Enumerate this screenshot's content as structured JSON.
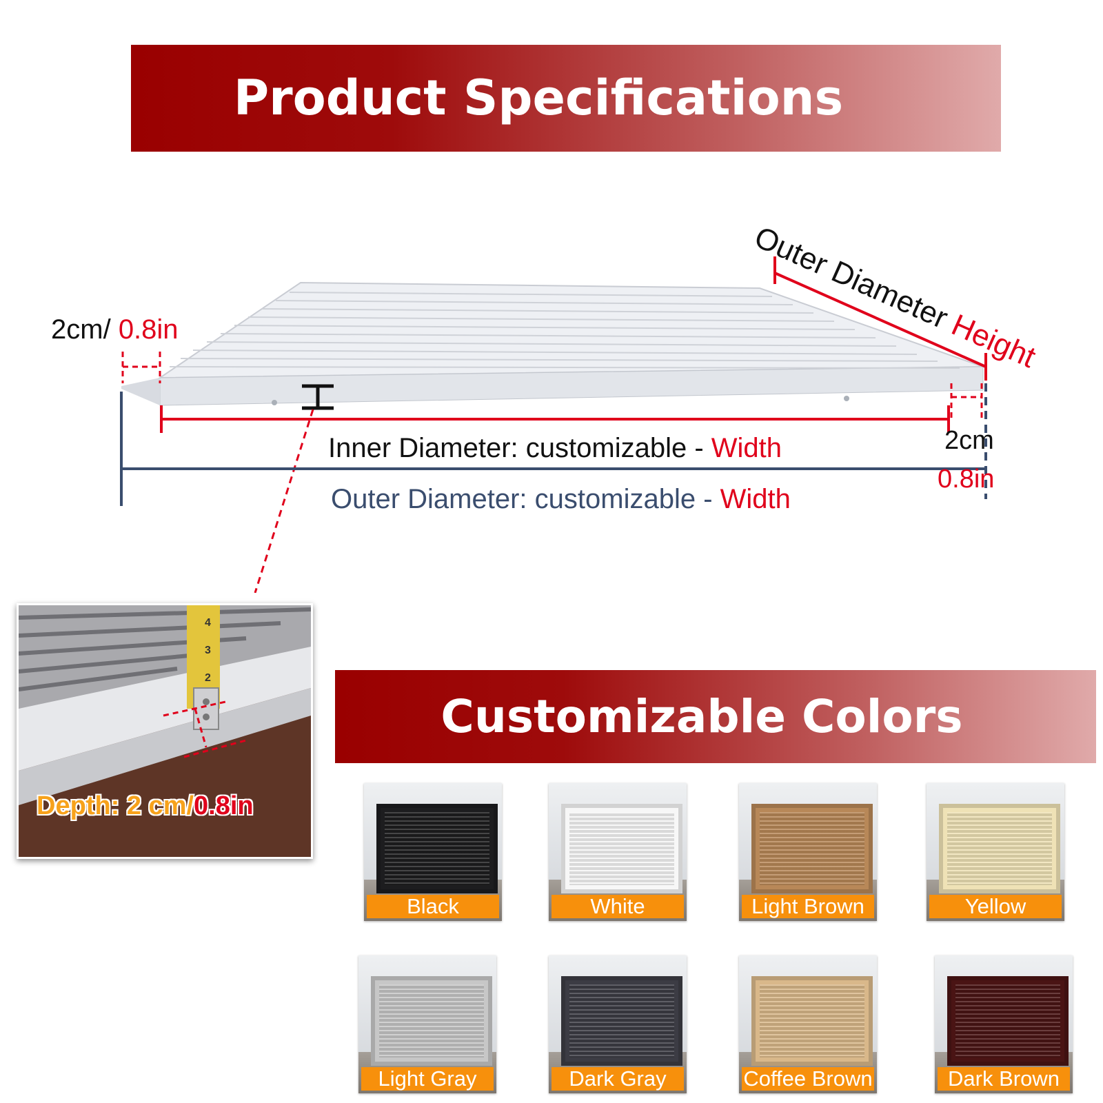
{
  "banners": {
    "specs_title": "Product Specifications",
    "colors_title": "Customizable Colors"
  },
  "dimensions": {
    "depth_left": {
      "cm": "2cm/",
      "in": "0.8in"
    },
    "outer_height": {
      "text": "Outer Diameter",
      "accent": "Height"
    },
    "inner_width": {
      "text": "Inner Diameter: customizable -",
      "accent": "Width"
    },
    "outer_width": {
      "text": "Outer Diameter: customizable -",
      "accent": "Width"
    },
    "border_right": {
      "cm": "2cm",
      "in": "0.8in"
    }
  },
  "inset": {
    "depth_label": "Depth: 2 cm/",
    "depth_value": "0.8in",
    "tape_numbers": [
      "2",
      "3",
      "4"
    ]
  },
  "colors": [
    {
      "name": "Black",
      "hex": "#1d1d1f"
    },
    {
      "name": "White",
      "hex": "#f7f7f7"
    },
    {
      "name": "Light Brown",
      "hex": "#b88858"
    },
    {
      "name": "Yellow",
      "hex": "#efe2b6"
    },
    {
      "name": "Light Gray",
      "hex": "#c7c7c7"
    },
    {
      "name": "Dark Gray",
      "hex": "#3c3c44"
    },
    {
      "name": "Coffee Brown",
      "hex": "#d9b88a"
    },
    {
      "name": "Dark Brown",
      "hex": "#4a1414"
    }
  ],
  "accent_colors": {
    "banner_red": "#9a0000",
    "dimension_red": "#e0001b",
    "dimension_navy": "#3a4d6e",
    "label_orange": "#f7900c"
  }
}
